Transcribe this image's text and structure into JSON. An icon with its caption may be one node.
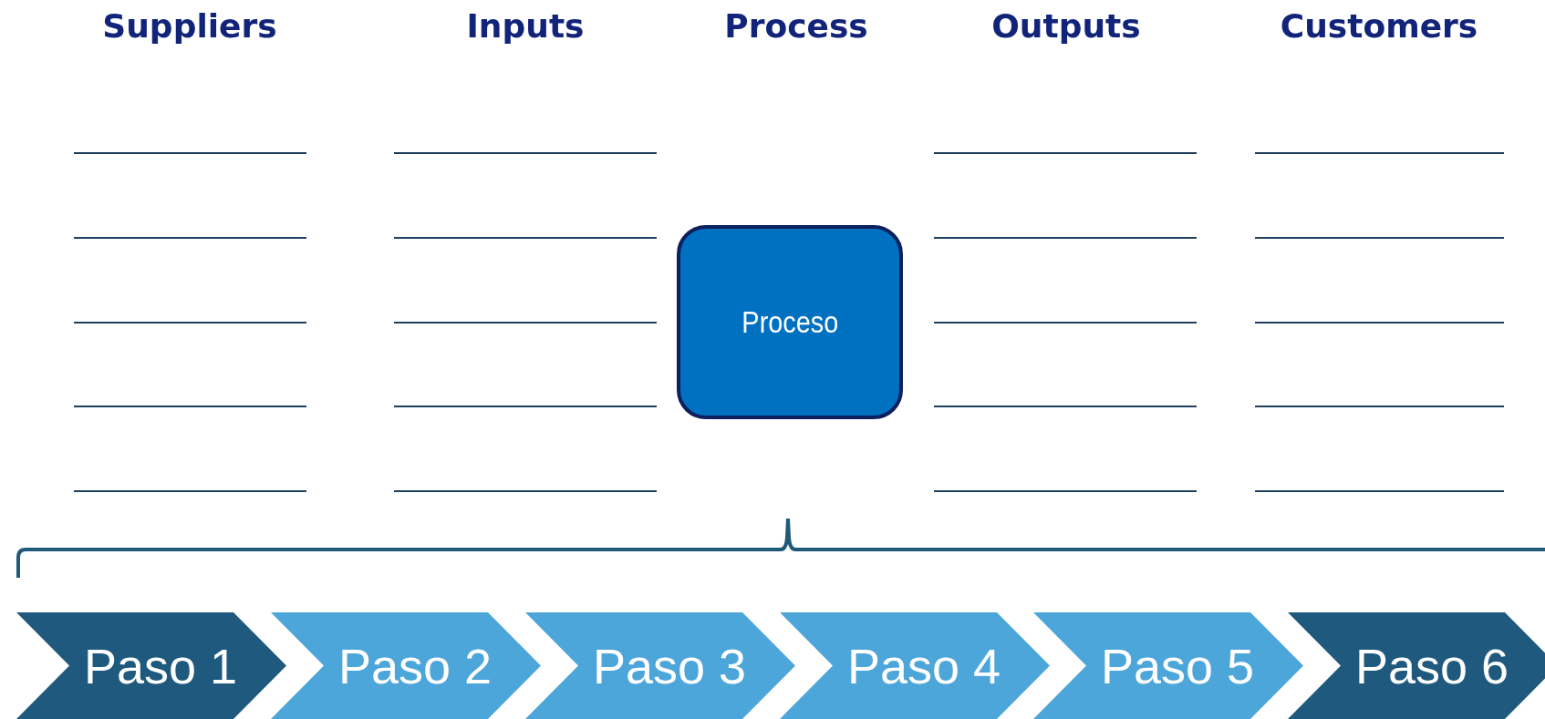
{
  "diagram": {
    "nodes": [
      {
        "text": [
          "Proceso"
        ]
      },
      {
        "text": [
          "Paso 1"
        ]
      },
      {
        "text": [
          "Paso 2"
        ]
      },
      {
        "text": [
          "Paso 3"
        ]
      },
      {
        "text": [
          "Paso 4"
        ]
      },
      {
        "text": [
          "Paso 5"
        ]
      },
      {
        "text": [
          "Paso 6"
        ]
      }
    ],
    "labels": [
      "Suppliers",
      "Inputs",
      "Process",
      "Outputs",
      "Customers"
    ]
  }
}
